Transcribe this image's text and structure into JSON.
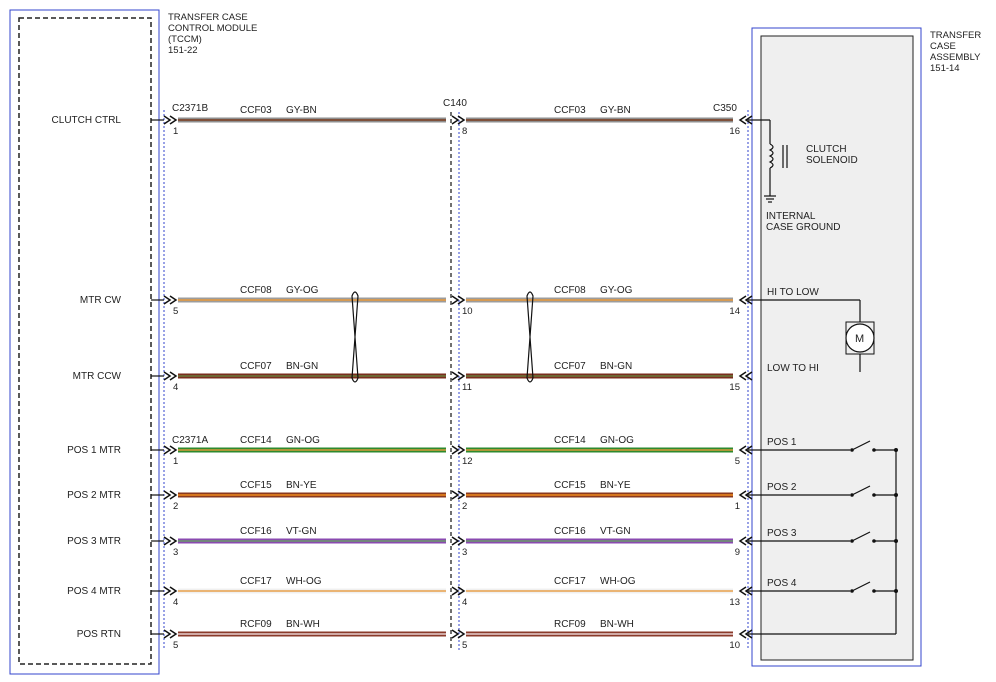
{
  "tccm": {
    "header": [
      "TRANSFER CASE",
      "CONTROL MODULE",
      "(TCCM)",
      "151-22"
    ]
  },
  "assembly": {
    "header": [
      "TRANSFER",
      "CASE",
      "ASSEMBLY",
      "151-14"
    ]
  },
  "connectors": {
    "inline": "C140",
    "tccm_b": "C2371B",
    "tccm_a": "C2371A",
    "assembly": "C350"
  },
  "clutch_solenoid": [
    "CLUTCH",
    "SOLENOID"
  ],
  "internal_ground": [
    "INTERNAL",
    "CASE GROUND"
  ],
  "motor_label": "M",
  "circuits": [
    {
      "signal": "CLUTCH CTRL",
      "circuit": "CCF03",
      "color": "GY-BN",
      "pin_tccm": "1",
      "pin_c140": "8",
      "pin_asm": "16",
      "asm_label": "",
      "c1": "#8e8e8e",
      "c2": "#7a3b1f"
    },
    {
      "signal": "MTR CW",
      "circuit": "CCF08",
      "color": "GY-OG",
      "pin_tccm": "5",
      "pin_c140": "10",
      "pin_asm": "14",
      "asm_label": "HI TO LOW",
      "c1": "#9c9c9c",
      "c2": "#e89a3c"
    },
    {
      "signal": "MTR CCW",
      "circuit": "CCF07",
      "color": "BN-GN",
      "pin_tccm": "4",
      "pin_c140": "11",
      "pin_asm": "15",
      "asm_label": "LOW TO HI",
      "c1": "#7a2e1e",
      "c2": "#6b7a3a"
    },
    {
      "signal": "POS 1 MTR",
      "circuit": "CCF14",
      "color": "GN-OG",
      "pin_tccm": "1",
      "pin_c140": "12",
      "pin_asm": "5",
      "asm_label": "POS 1",
      "c1": "#2e8a2e",
      "c2": "#d89a3a"
    },
    {
      "signal": "POS 2 MTR",
      "circuit": "CCF15",
      "color": "BN-YE",
      "pin_tccm": "2",
      "pin_c140": "2",
      "pin_asm": "1",
      "asm_label": "POS 2",
      "c1": "#8a3a1e",
      "c2": "#f08a1e"
    },
    {
      "signal": "POS 3 MTR",
      "circuit": "CCF16",
      "color": "VT-GN",
      "pin_tccm": "3",
      "pin_c140": "3",
      "pin_asm": "9",
      "asm_label": "POS 3",
      "c1": "#8a4ab0",
      "c2": "#6a9a6a"
    },
    {
      "signal": "POS 4 MTR",
      "circuit": "CCF17",
      "color": "WH-OG",
      "pin_tccm": "4",
      "pin_c140": "4",
      "pin_asm": "13",
      "asm_label": "POS 4",
      "c1": "#f0f0f0",
      "c2": "#e8a04a"
    },
    {
      "signal": "POS RTN",
      "circuit": "RCF09",
      "color": "BN-WH",
      "pin_tccm": "5",
      "pin_c140": "5",
      "pin_asm": "10",
      "asm_label": "",
      "c1": "#8a3a2a",
      "c2": "#e8d0d0"
    }
  ]
}
